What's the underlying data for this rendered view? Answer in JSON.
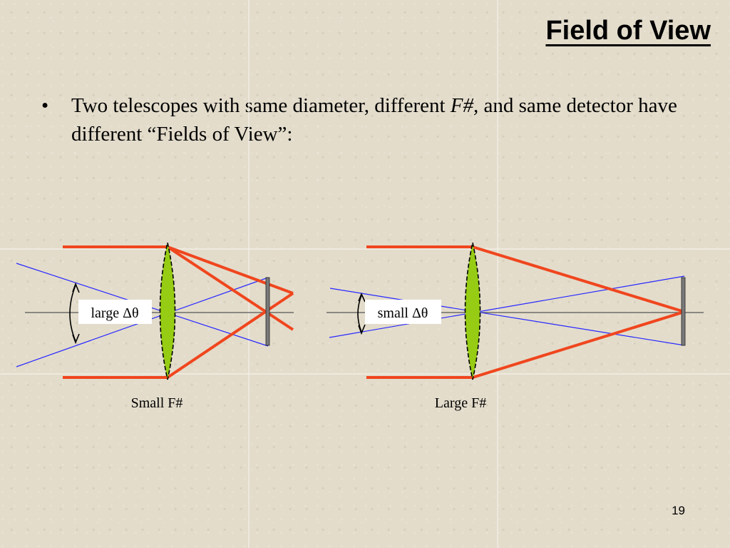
{
  "slide": {
    "title": "Field of View",
    "bullet": {
      "marker": "•",
      "text_before": "Two telescopes with same diameter, different ",
      "text_emph": "F#,",
      "text_after": " and same detector have different “Fields of View”:"
    },
    "page_number": "19"
  },
  "diagram": {
    "left_telescope": {
      "angle_label": "large Δθ",
      "caption": "Small F#"
    },
    "right_telescope": {
      "angle_label": "small Δθ",
      "caption": "Large F#"
    },
    "colors": {
      "ray": "#f0461e",
      "field_line": "#2828ff",
      "lens": "#96cc14",
      "detector": "#7a7a7a",
      "axis": "#555555"
    }
  }
}
